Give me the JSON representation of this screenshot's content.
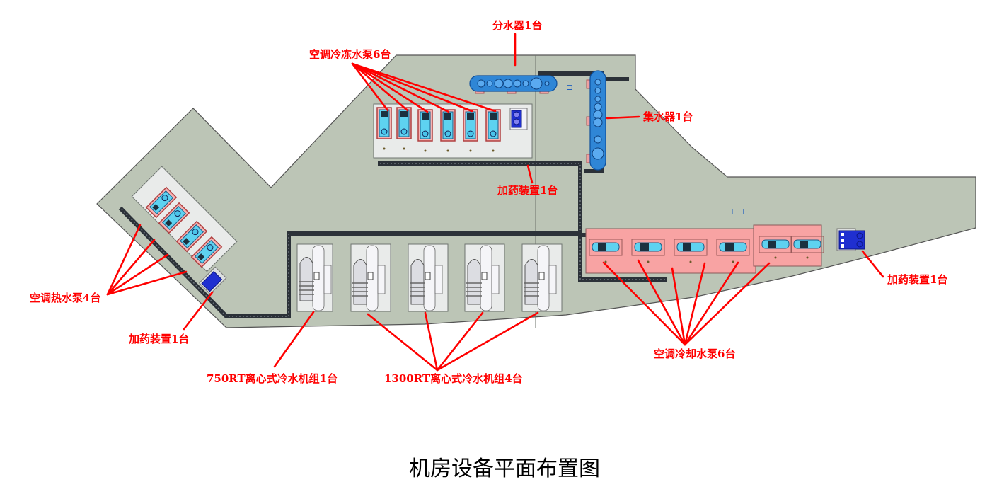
{
  "title": "机房设备平面布置图",
  "labels": {
    "distributor": "分水器1台",
    "collector": "集水器1台",
    "chilled_pumps": "空调冷冻水泵6台",
    "hot_pumps": "空调热水泵4台",
    "dosing_left": "加药装置1台",
    "dosing_center": "加药装置1台",
    "dosing_right": "加药装置1台",
    "chiller_750": "750RT离心式冷水机组1台",
    "chiller_1300": "1300RT离心式冷水机组4台",
    "cooling_pumps": "空调冷却水泵6台"
  },
  "equipment": {
    "chilled_water_pumps": 6,
    "hot_water_pumps": 4,
    "cooling_water_pumps": 6,
    "chillers_750RT": 1,
    "chillers_1300RT": 4,
    "water_distributors": 1,
    "water_collectors": 1,
    "dosing_units": 3
  },
  "colors": {
    "label": "#ff0000",
    "floor": "#bcc5b6",
    "equipment_blue": "#2f86d6",
    "pump_pad": "#f8a3a3"
  }
}
